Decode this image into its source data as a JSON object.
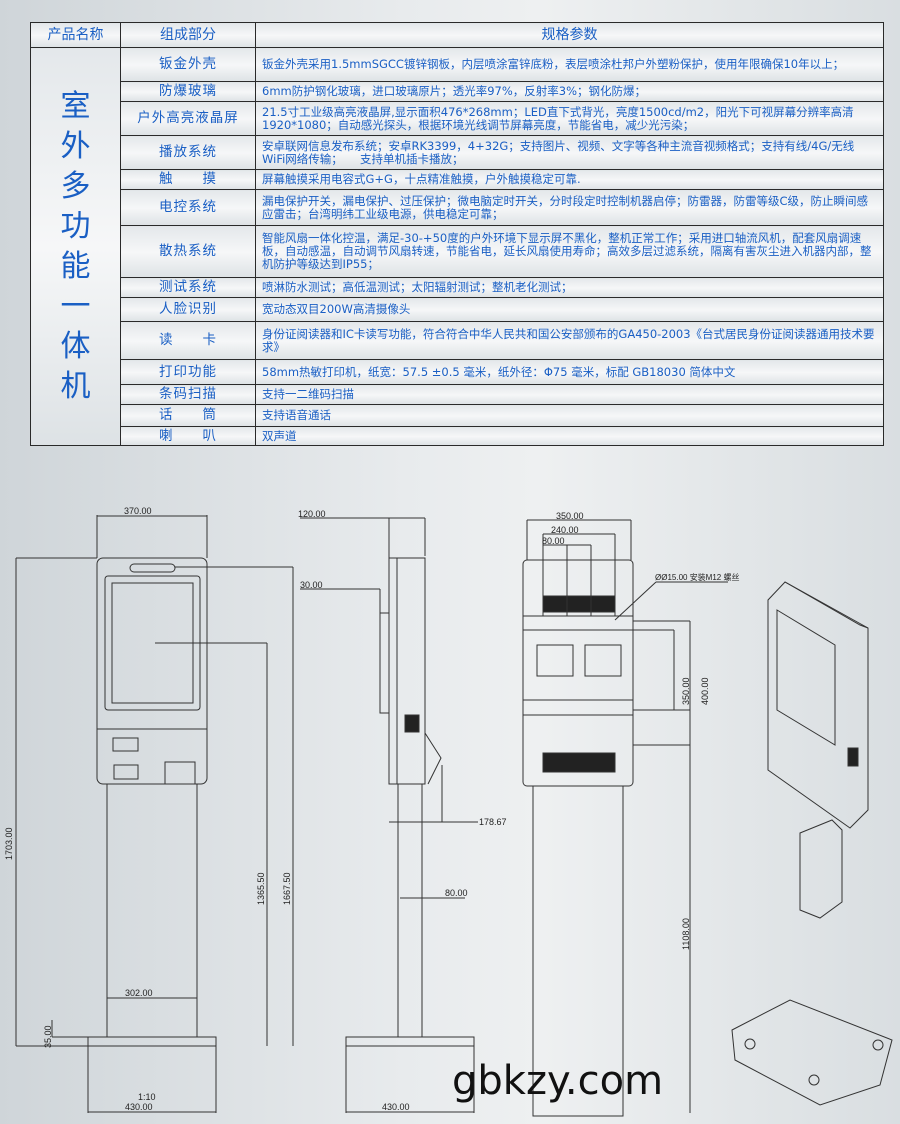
{
  "table": {
    "headers": [
      "产品名称",
      "组成部分",
      "规格参数"
    ],
    "product_name": "室外多功能一体机",
    "rows": [
      {
        "part": "钣金外壳",
        "spec": "钣金外壳采用1.5mmSGCC镀锌钢板，内层喷涂富锌底粉，表层喷涂杜邦户外塑粉保护，使用年限确保10年以上；"
      },
      {
        "part": "防爆玻璃",
        "spec": "6mm防护钢化玻璃，进口玻璃原片；透光率97%，反射率3%；钢化防爆；"
      },
      {
        "part": "户外高亮液晶屏",
        "spec": "21.5寸工业级高亮液晶屏,显示面积476*268mm；LED直下式背光，亮度1500cd/m2，阳光下可视屏幕分辨率高清1920*1080；自动感光探头，根据环境光线调节屏幕亮度，节能省电，减少光污染；"
      },
      {
        "part": "播放系统",
        "spec": "安卓联网信息发布系统；安卓RK3399，4+32G；支持图片、视频、文字等各种主流音视频格式；支持有线/4G/无线WiFi网络传输；　　支持单机插卡播放；"
      },
      {
        "part": "触　　摸",
        "spec": "屏幕触摸采用电容式G+G，十点精准触摸，户外触摸稳定可靠."
      },
      {
        "part": "电控系统",
        "spec": "漏电保护开关，漏电保护、过压保护；微电脑定时开关，分时段定时控制机器启停；防雷器，防雷等级C级，防止瞬间感应雷击；台湾明纬工业级电源，供电稳定可靠；"
      },
      {
        "part": "散热系统",
        "spec": "智能风扇一体化控温，满足-30-+50度的户外环境下显示屏不黑化，整机正常工作；采用进口轴流风机，配套风扇调速板，自动感温，自动调节风扇转速，节能省电，延长风扇使用寿命；高效多层过滤系统，隔离有害灰尘进入机器内部，整机防护等级达到IP55；"
      },
      {
        "part": "测试系统",
        "spec": "喷淋防水测试；高低温测试；太阳辐射测试；整机老化测试；"
      },
      {
        "part": "人脸识别",
        "spec": "宽动态双目200W高清摄像头"
      },
      {
        "part": "读　　卡",
        "spec": "身份证阅读器和IC卡读写功能，符合符合中华人民共和国公安部颁布的GA450-2003《台式居民身份证阅读器通用技术要求》"
      },
      {
        "part": "打印功能",
        "spec": "58mm热敏打印机，纸宽：57.5 ±0.5 毫米，纸外径：Φ75 毫米，标配 GB18030 简体中文"
      },
      {
        "part": "条码扫描",
        "spec": "支持一二维码扫描"
      },
      {
        "part": "话　　筒",
        "spec": "支持语音通话"
      },
      {
        "part": "喇　　叭",
        "spec": "双声道"
      }
    ]
  },
  "drawing": {
    "front": {
      "width_top": "370.00",
      "height_total": "1703.00",
      "h1": "1365.50",
      "h2": "1667.50",
      "pole_width": "302.00",
      "base_h": "35.00",
      "scale": "1:10",
      "base_width": "430.00"
    },
    "side": {
      "depth": "120.00",
      "glass": "30.00",
      "slant": "178.67",
      "pole": "80.00",
      "base_width": "430.00"
    },
    "back": {
      "w1": "350.00",
      "w2": "240.00",
      "w3": "80.00",
      "hole": "ØØ15.00 安装M12 螺丝",
      "v1": "350.00",
      "v2": "400.00",
      "pole_h": "1108.00"
    }
  },
  "watermark": "gbkzy.com",
  "colors": {
    "text_blue": "#1a5fc4",
    "border": "#2a2a2a"
  }
}
